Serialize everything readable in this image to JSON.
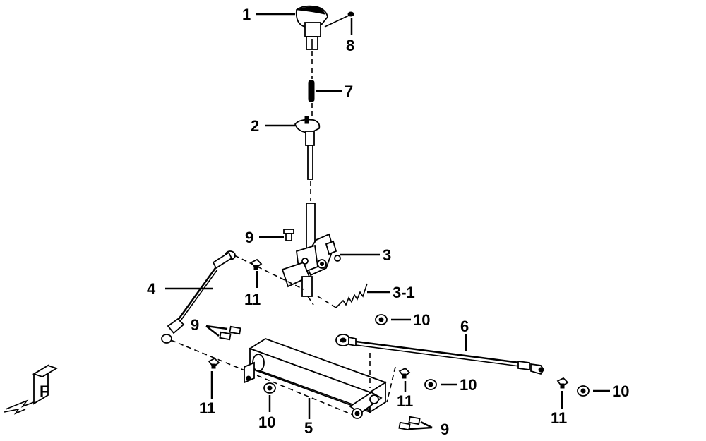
{
  "callouts": {
    "c1": "1",
    "c8": "8",
    "c7": "7",
    "c2": "2",
    "c9a": "9",
    "c3": "3",
    "c4": "4",
    "c11a": "11",
    "c31": "3-1",
    "c10a": "10",
    "c9b": "9",
    "c6": "6",
    "c10b": "10",
    "c10c": "10",
    "c11b": "11",
    "c11c": "11",
    "c11d": "11",
    "c10d": "10",
    "c5": "5",
    "c9c": "9"
  },
  "direction_marker": "F"
}
